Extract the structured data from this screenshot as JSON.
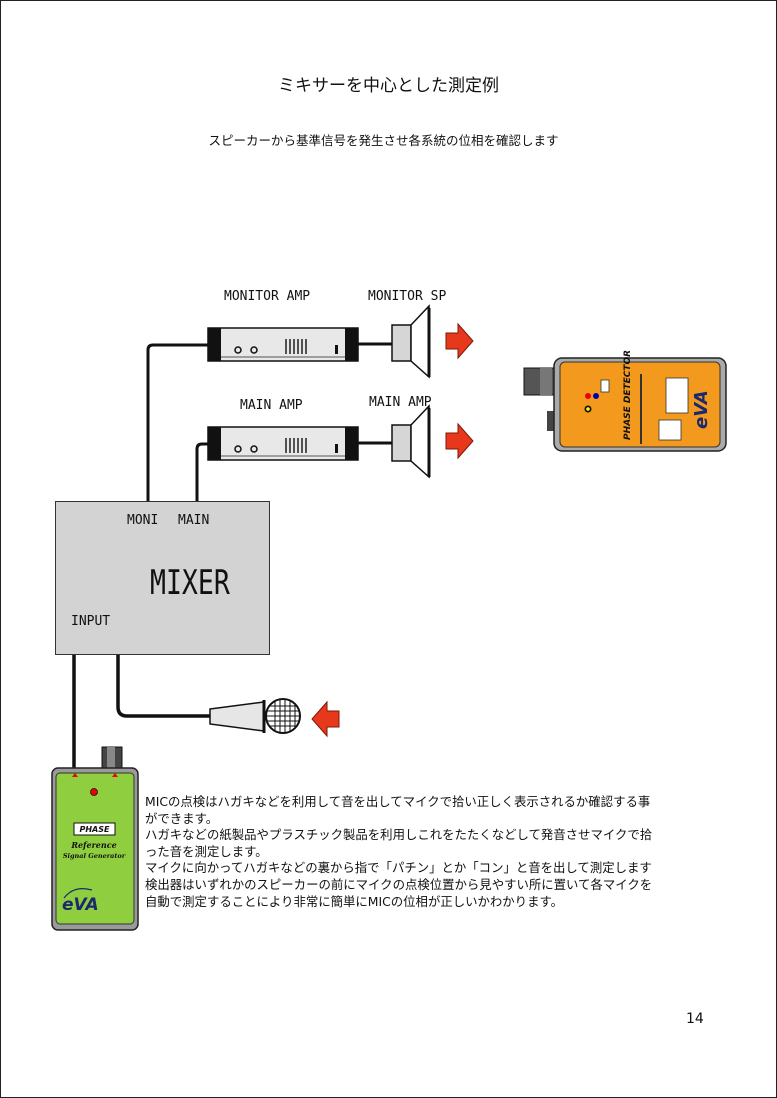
{
  "title": "ミキサーを中心とした測定例",
  "subtitle": "スピーカーから基準信号を発生させ各系統の位相を確認します",
  "diagram": {
    "monitor_amp_label": "MONITOR AMP",
    "monitor_sp_label": "MONITOR SP",
    "main_amp_label": "MAIN AMP",
    "main_sp_label": "MAIN AMP",
    "mixer": {
      "name": "MIXER",
      "moni_label": "MONI",
      "main_label": "MAIN",
      "input_label": "INPUT"
    },
    "detector": {
      "model": "PHASE DETECTOR",
      "brand": "eVA"
    },
    "generator": {
      "phase_label": "PHASE",
      "reference_label": "Reference",
      "signal_label": "Signal Generator",
      "brand": "eVA"
    }
  },
  "description": [
    "MICの点検はハガキなどを利用して音を出してマイクで拾い正しく表示されるか確認する事",
    "ができます。",
    "ハガキなどの紙製品やプラスチック製品を利用しこれをたたくなどして発音させマイクで拾",
    "った音を測定します。",
    "マイクに向かってハガキなどの裏から指で「パチン」とか「コン」と音を出して測定します",
    "検出器はいずれかのスピーカーの前にマイクの点検位置から見やすい所に置いて各マイクを",
    "自動で測定することにより非常に簡単にMICの位相が正しいかわかります。"
  ],
  "page_number": "14",
  "colors": {
    "arrow": "#e8381b",
    "detector_body": "#f39a1e",
    "generator_body": "#8fcf3f",
    "mixer_body": "#d3d3d3"
  }
}
